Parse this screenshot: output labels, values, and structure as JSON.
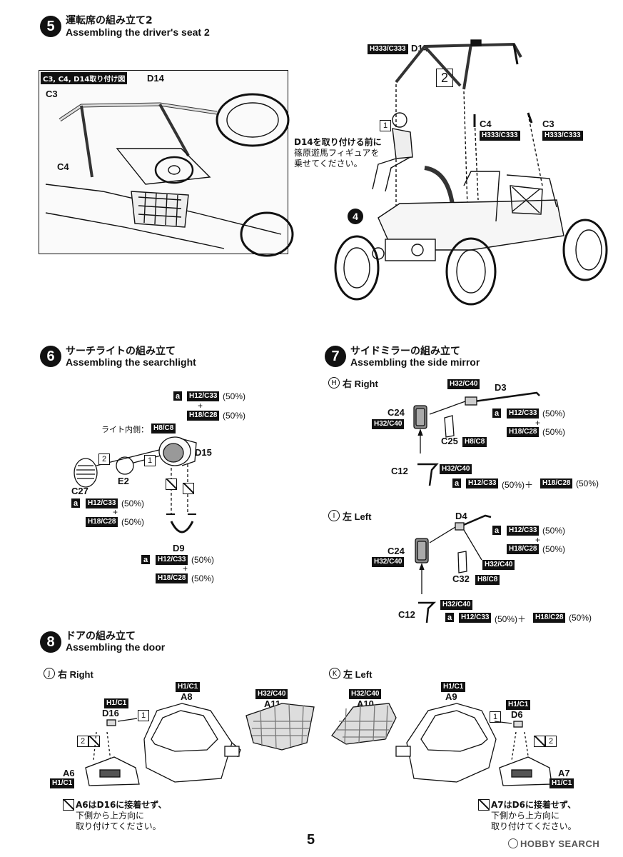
{
  "page_number": "5",
  "watermark": "HOBBY SEARCH",
  "step5": {
    "number": "5",
    "title_jp": "運転席の組み立て2",
    "title_en": "Assembling the driver's seat 2",
    "frame_tag": "C3, C4, D14取り付け図",
    "frame_labels": {
      "d14": "D14",
      "c3": "C3",
      "c4": "C4"
    },
    "d14_tag": "H333/C333",
    "d14_label": "D14",
    "box2": "2",
    "box1": "1",
    "c4_label": "C4",
    "c4_tag": "H333/C333",
    "c3_label": "C3",
    "c3_tag": "H333/C333",
    "note_line1": "D14を取り付ける前に",
    "note_line2": "篠原遊馬フィギュアを",
    "note_line3": "乗せてください。",
    "ref_step": "4"
  },
  "step6": {
    "number": "6",
    "title_jp": "サーチライトの組み立て",
    "title_en": "Assembling the searchlight",
    "mix_top": {
      "a": "a",
      "tag1": "H12/C33",
      "pct1": "(50%)",
      "plus": "+",
      "tag2": "H18/C28",
      "pct2": "(50%)"
    },
    "light_inside": "ライト内側：",
    "light_tag": "H8/C8",
    "box2": "2",
    "box1": "1",
    "d15": "D15",
    "e2": "E2",
    "c27": "C27",
    "mix_c27": {
      "a": "a",
      "tag1": "H12/C33",
      "pct1": "(50%)",
      "plus": "+",
      "tag2": "H18/C28",
      "pct2": "(50%)"
    },
    "d9": "D9",
    "mix_d9": {
      "a": "a",
      "tag1": "H12/C33",
      "pct1": "(50%)",
      "plus": "+",
      "tag2": "H18/C28",
      "pct2": "(50%)"
    }
  },
  "step7": {
    "number": "7",
    "title_jp": "サイドミラーの組み立て",
    "title_en": "Assembling the side mirror",
    "right": {
      "marker": "H",
      "label": "右 Right",
      "top_tag": "H32/C40",
      "d3": "D3",
      "mix": {
        "a": "a",
        "tag1": "H12/C33",
        "pct1": "(50%)",
        "plus": "+",
        "tag2": "H18/C28",
        "pct2": "(50%)"
      },
      "c24": "C24",
      "c24_tag": "H32/C40",
      "c25": "C25",
      "c25_tag": "H8/C8",
      "c12": "C12",
      "c12_tag": "H32/C40",
      "bottom_mix": {
        "a": "a",
        "tag1": "H12/C33",
        "mid": "(50%)＋",
        "tag2": "H18/C28",
        "end": "(50%)"
      }
    },
    "left": {
      "marker": "I",
      "label": "左 Left",
      "d4": "D4",
      "mix": {
        "a": "a",
        "tag1": "H12/C33",
        "pct1": "(50%)",
        "plus": "+",
        "tag2": "H18/C28",
        "pct2": "(50%)"
      },
      "c24": "C24",
      "c24_tag": "H32/C40",
      "rod_tag": "H32/C40",
      "c32": "C32",
      "c32_tag": "H8/C8",
      "c12": "C12",
      "c12_tag": "H32/C40",
      "bottom_mix": {
        "a": "a",
        "tag1": "H12/C33",
        "mid": "(50%)＋",
        "tag2": "H18/C28",
        "end": "(50%)"
      }
    }
  },
  "step8": {
    "number": "8",
    "title_jp": "ドアの組み立て",
    "title_en": "Assembling the door",
    "right": {
      "marker": "J",
      "label": "右 Right",
      "d16_tag": "H1/C1",
      "d16": "D16",
      "box1": "1",
      "box2": "2",
      "a8_tag": "H1/C1",
      "a8": "A8",
      "a11_tag": "H32/C40",
      "a11": "A11",
      "a6": "A6",
      "a6_tag": "H1/C1",
      "note_line1": "A6はD16に接着せず、",
      "note_line2": "下側から上方向に",
      "note_line3": "取り付けてください。"
    },
    "left": {
      "marker": "K",
      "label": "左 Left",
      "a10_tag": "H32/C40",
      "a10": "A10",
      "a9_tag": "H1/C1",
      "a9": "A9",
      "d6_tag": "H1/C1",
      "d6": "D6",
      "box1": "1",
      "box2": "2",
      "a7": "A7",
      "a7_tag": "H1/C1",
      "note_line1": "A7はD6に接着せず、",
      "note_line2": "下側から上方向に",
      "note_line3": "取り付けてください。"
    }
  }
}
